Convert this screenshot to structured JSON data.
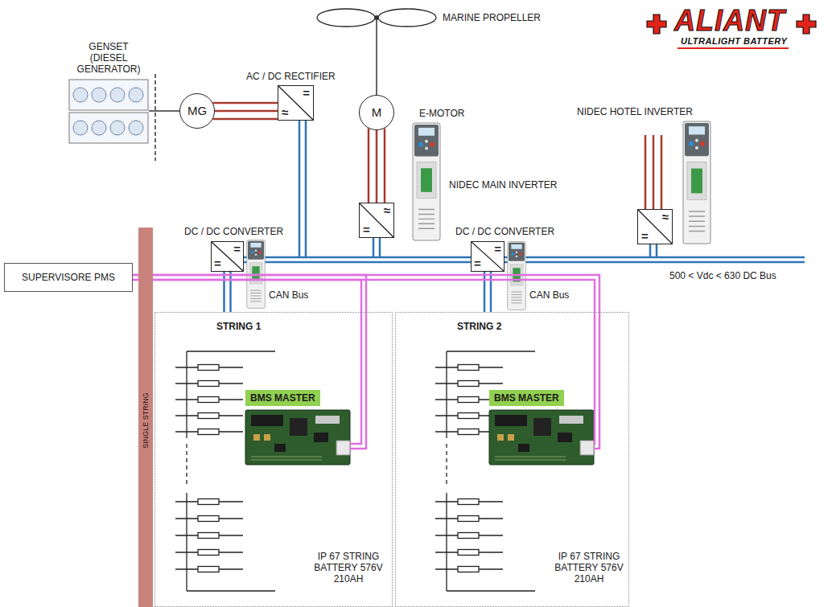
{
  "diagram": {
    "nodes": [
      {
        "text": [
          "GENSET (DIESEL GENERATOR)"
        ]
      },
      {
        "text": [
          "MG"
        ]
      },
      {
        "text": [
          "AC / DC RECTIFIER",
          "=",
          "≈"
        ]
      },
      {
        "text": [
          "MARINE PROPELLER"
        ]
      },
      {
        "text": [
          "M",
          "E-MOTOR"
        ]
      },
      {
        "text": [
          "≈",
          "="
        ]
      },
      {
        "text": [
          "SUPERVISORE PMS"
        ]
      },
      {
        "text": [
          "SINGLE STRING"
        ]
      },
      {
        "text": [
          "DC / DC CONVERTER",
          "=",
          "="
        ]
      },
      {
        "text": [
          "DC / DC CONVERTER",
          "=",
          "="
        ]
      },
      {
        "text": [
          "≈",
          "="
        ]
      },
      {
        "text": [
          "STRING 1",
          "IP 67 STRING BATTERY 576V 210AH"
        ]
      },
      {
        "text": [
          "BMS MASTER"
        ],
        "in": 11
      },
      {
        "text": [
          "STRING 2",
          "IP 67 STRING BATTERY 576V 210AH"
        ]
      },
      {
        "text": [
          "BMS MASTER"
        ],
        "in": 13
      }
    ],
    "edges": [
      {
        "from": 0,
        "to": 1,
        "arrow": "none"
      },
      {
        "from": 1,
        "to": 2,
        "arrow": "none"
      },
      {
        "from": 3,
        "to": 4,
        "arrow": "none"
      },
      {
        "from": 4,
        "to": 5,
        "arrow": "none"
      },
      {
        "from": 8,
        "to": 11,
        "arrow": "none"
      },
      {
        "from": 9,
        "to": 13,
        "arrow": "none"
      },
      {
        "from": 12,
        "to": 6,
        "arrow": "none"
      },
      {
        "from": 14,
        "to": 6,
        "arrow": "none"
      }
    ],
    "labels": [
      "ALIANT",
      "ULTRALIGHT BATTERY",
      "NIDEC MAIN INVERTER",
      "NIDEC HOTEL INVERTER",
      "CAN Bus",
      "CAN Bus",
      "500 < Vdc < 630 DC Bus"
    ]
  }
}
